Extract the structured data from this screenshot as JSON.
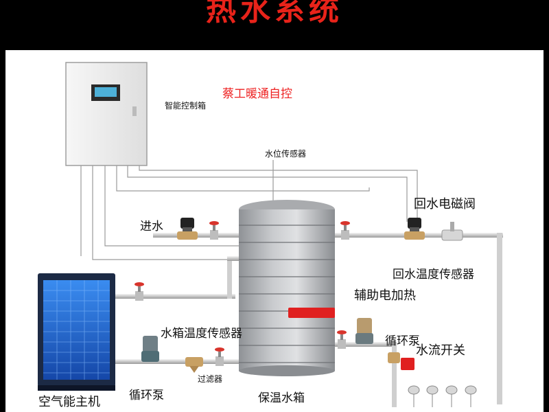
{
  "title": "热水系统",
  "brand": "蔡工暖通自控",
  "labels": {
    "controller": "智能控制箱",
    "level_sensor": "水位传感器",
    "inlet": "进水",
    "return_valve": "回水电磁阀",
    "return_temp_sensor": "回水温度传感器",
    "aux_heater": "辅助电加热",
    "tank_temp_sensor": "水箱温度传感器",
    "pump_right": "循环泵",
    "flow_switch": "水流开关",
    "filter": "过滤器",
    "pump_left": "循环泵",
    "heat_pump": "空气能主机",
    "tank": "保温水箱"
  },
  "colors": {
    "title": "#e8231a",
    "brand": "#e22222",
    "heater": "#e02020",
    "heat_pump_panel": "#1e63c8",
    "pipe": "#c9c9c9"
  }
}
